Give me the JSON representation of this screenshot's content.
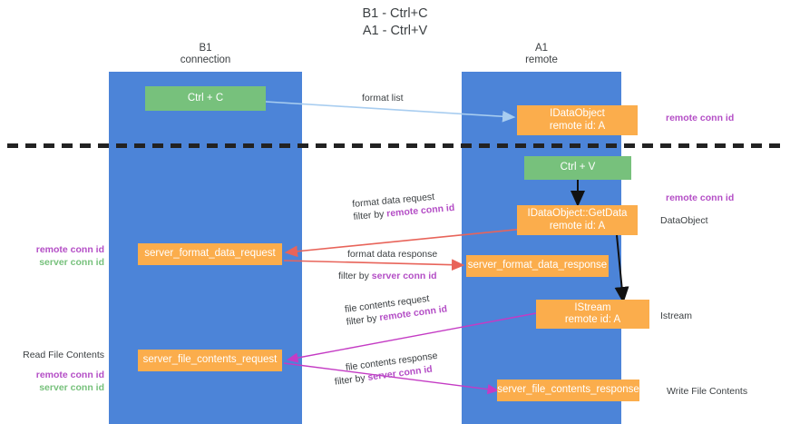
{
  "title": {
    "line1": "B1 - Ctrl+C",
    "line2": "A1 - Ctrl+V"
  },
  "columns": [
    {
      "name": "B1",
      "role": "connection"
    },
    {
      "name": "A1",
      "role": "remote"
    }
  ],
  "colors": {
    "lane": "#4c84d8",
    "green_box": "#77c17c",
    "orange_box": "#fbad4c",
    "remote_conn_id": "#b44ec6",
    "server_conn_id_left": "#77c17c",
    "arrow_blue": "#a8cdf0",
    "arrow_black": "#111111",
    "arrow_red": "#e8645a",
    "arrow_magenta": "#c43bc4",
    "divider": "#222222"
  },
  "nodes": {
    "ctrl_c": {
      "label": "Ctrl + C"
    },
    "ctrl_v": {
      "label": "Ctrl + V"
    },
    "idataobject": {
      "line1": "IDataObject",
      "line2": "remote id: A"
    },
    "idataobject_getdata": {
      "line1": "IDataObject::GetData",
      "line2": "remote id: A"
    },
    "istream": {
      "line1": "IStream",
      "line2": "remote id: A"
    },
    "server_format_data_request": {
      "label": "server_format_data_request"
    },
    "server_format_data_response": {
      "label": "server_format_data_response"
    },
    "server_file_contents_request": {
      "label": "server_file_contents_request"
    },
    "server_file_contents_response": {
      "label": "server_file_contents_response"
    }
  },
  "edges": {
    "format_list": {
      "label": "format list"
    },
    "format_data_request": {
      "line1": "format data request",
      "filter_prefix": "filter by ",
      "filter_value": "remote conn id"
    },
    "format_data_response": {
      "line1": "format data response",
      "filter_prefix": "filter by ",
      "filter_value": "server conn id"
    },
    "file_contents_request": {
      "line1": "file contents request",
      "filter_prefix": "filter by ",
      "filter_value": "remote conn id"
    },
    "file_contents_response": {
      "line1": "file contents response",
      "filter_prefix": "filter by ",
      "filter_value": "server conn id"
    }
  },
  "side_labels": {
    "right_remote_conn_top": "remote conn id",
    "right_remote_conn_mid": "remote conn id",
    "right_dataobject": "DataObject",
    "right_istream": "Istream",
    "right_write_file_contents": "Write File Contents",
    "left_conn_ids": {
      "remote": "remote conn id",
      "server": "server conn id"
    },
    "left_read_file": {
      "title": "Read File Contents",
      "remote": "remote conn id",
      "server": "server conn id"
    }
  }
}
